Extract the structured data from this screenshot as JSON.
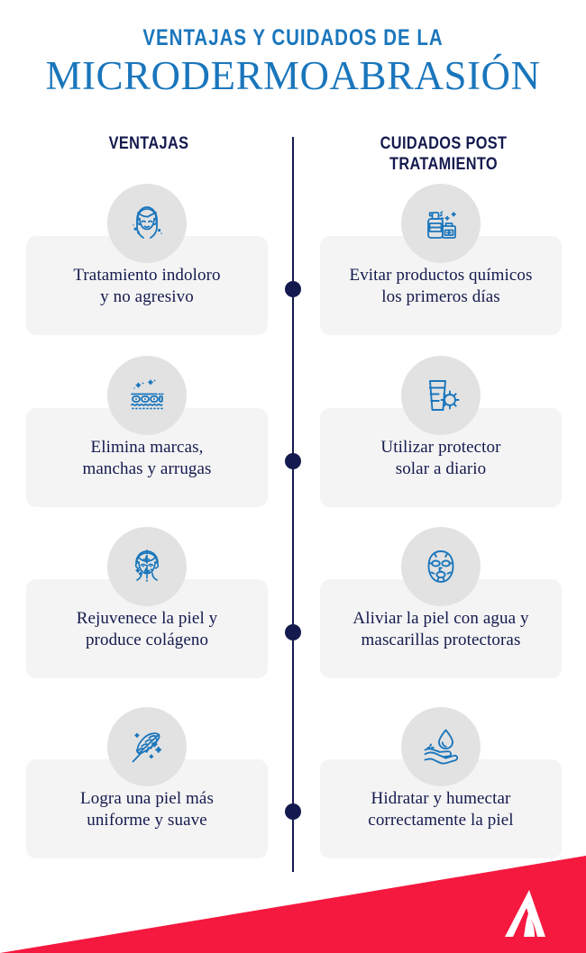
{
  "header": {
    "title_top": "VENTAJAS Y CUIDADOS DE LA",
    "title_main": "MICRODERMOABRASIÓN"
  },
  "columns": {
    "left_header": "VENTAJAS",
    "right_header_line1": "CUIDADOS POST",
    "right_header_line2": "TRATAMIENTO"
  },
  "colors": {
    "brand_blue": "#1a76bc",
    "navy": "#141a4e",
    "card_bg": "#f4f4f4",
    "icon_circle_bg": "#e2e2e2",
    "accent_red": "#f5183f",
    "white": "#ffffff"
  },
  "rows": [
    {
      "left": {
        "icon": "woman-face-icon",
        "line1": "Tratamiento indoloro",
        "line2": "y no agresivo"
      },
      "right": {
        "icon": "spray-bottle-cream-jar-icon",
        "line1": "Evitar productos químicos",
        "line2": "los primeros días"
      }
    },
    {
      "left": {
        "icon": "skin-layers-cells-icon",
        "line1": "Elimina marcas,",
        "line2": "manchas y arrugas"
      },
      "right": {
        "icon": "sunscreen-tube-sun-icon",
        "line1": "Utilizar protector",
        "line2": "solar a diario"
      }
    },
    {
      "left": {
        "icon": "face-analysis-icon",
        "line1": "Rejuvenece la piel y",
        "line2": "produce colágeno"
      },
      "right": {
        "icon": "sheet-mask-icon",
        "line1": "Aliviar la piel con agua y",
        "line2": "mascarillas protectoras"
      }
    },
    {
      "left": {
        "icon": "feather-sparkle-icon",
        "line1": "Logra una piel más",
        "line2": "uniforme y suave"
      },
      "right": {
        "icon": "hand-water-drop-icon",
        "line1": "Hidratar y humectar",
        "line2": "correctamente la piel"
      }
    }
  ],
  "footer": {
    "logo": "lambda-a-logo-icon"
  }
}
